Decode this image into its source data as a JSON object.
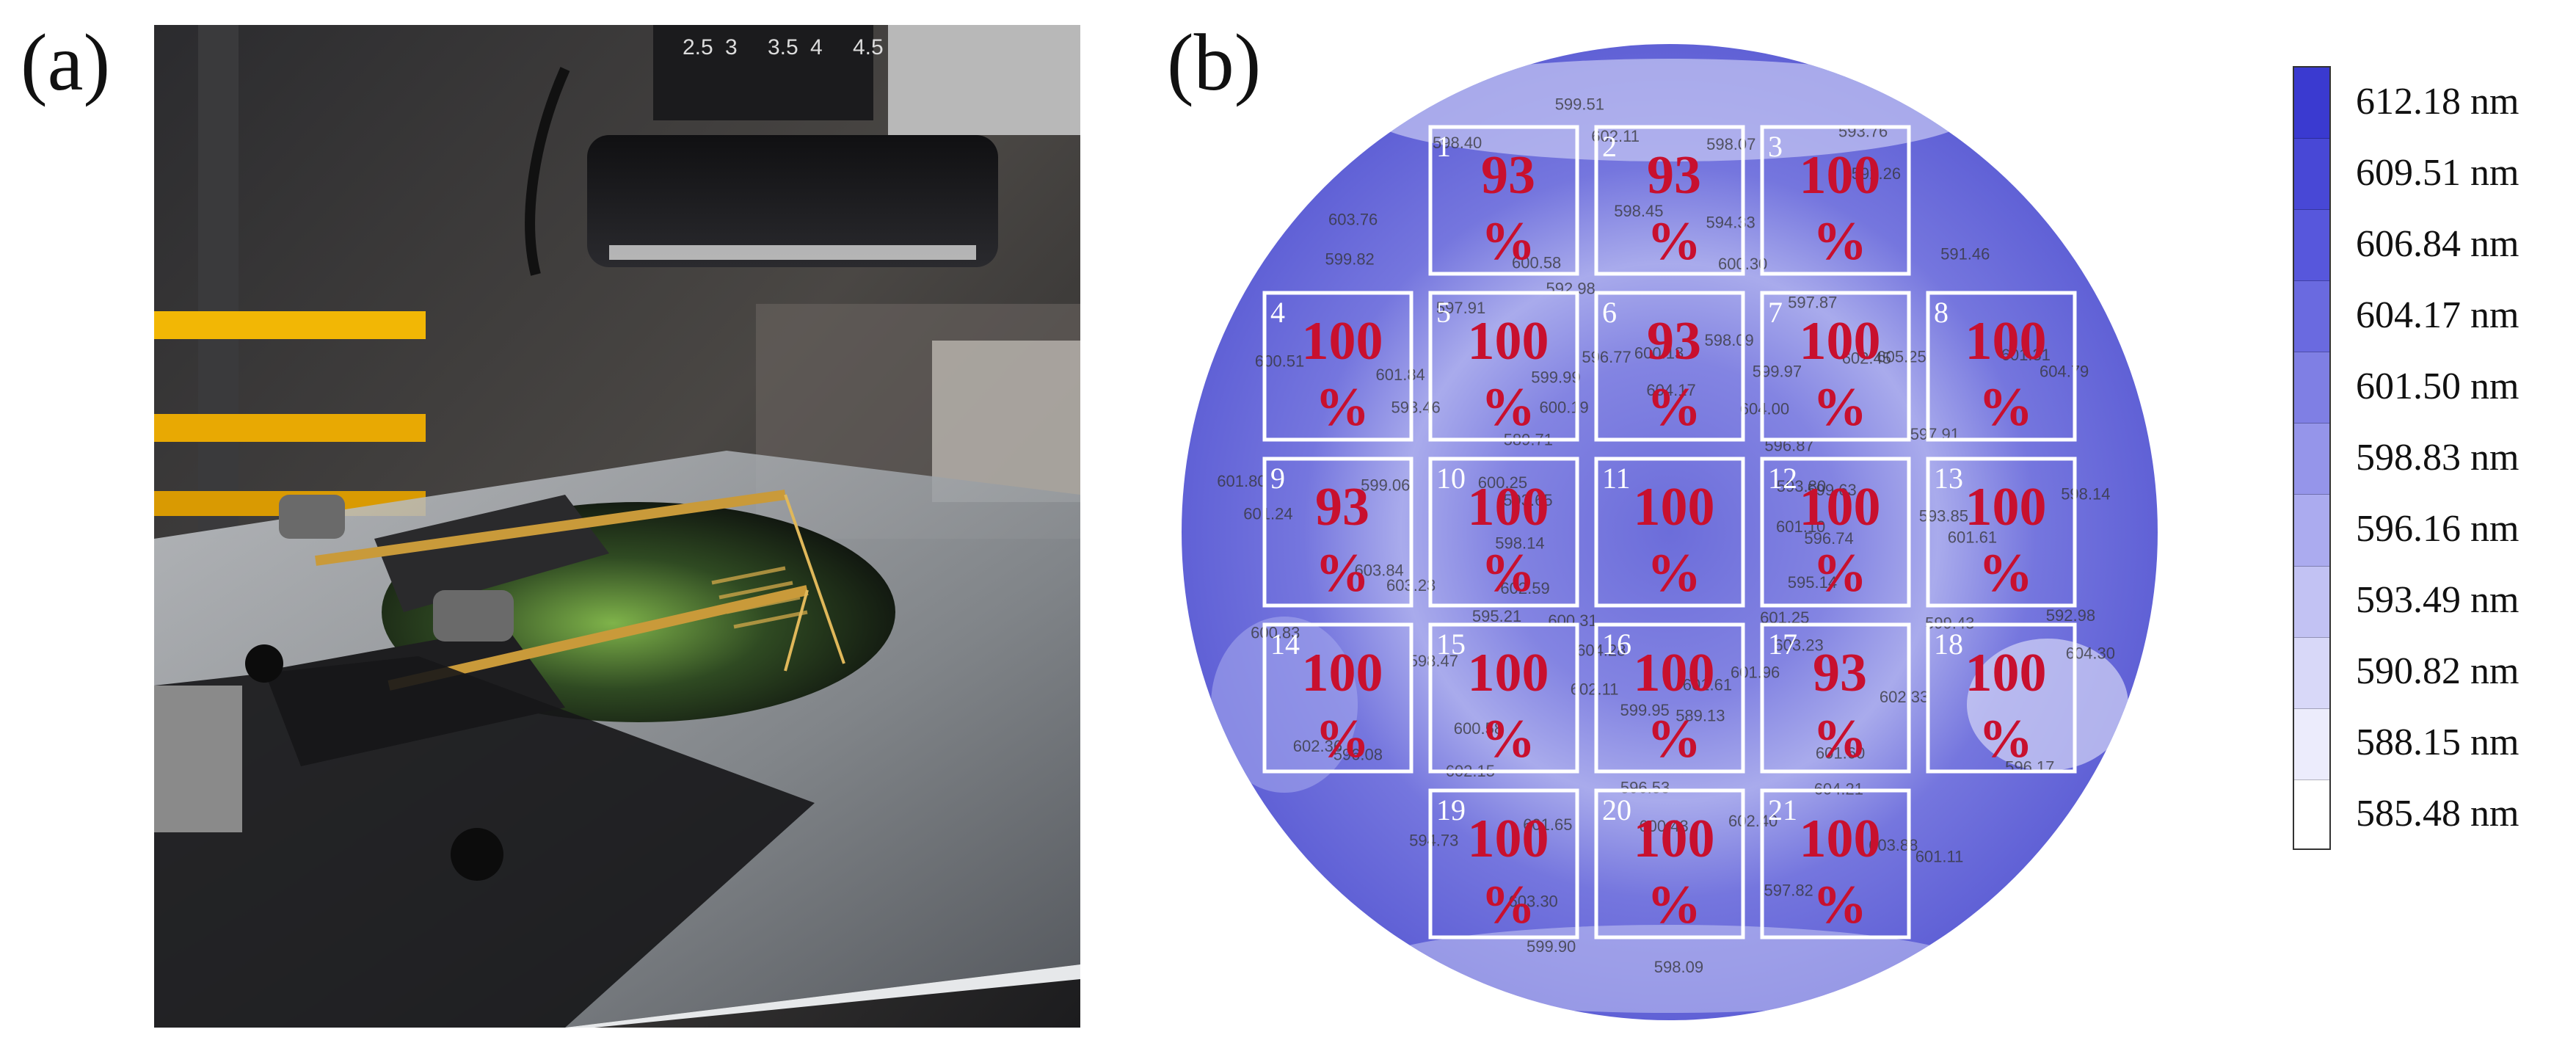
{
  "panels": {
    "a": {
      "label": "(a)"
    },
    "b": {
      "label": "(b)"
    }
  },
  "lens_scale": [
    "2.5",
    "3",
    "3.5",
    "4",
    "4.5"
  ],
  "wafer_cells": [
    {
      "num": "1",
      "pct": "93",
      "col": 1,
      "row": 0
    },
    {
      "num": "2",
      "pct": "93",
      "col": 2,
      "row": 0
    },
    {
      "num": "3",
      "pct": "100",
      "col": 3,
      "row": 0
    },
    {
      "num": "4",
      "pct": "100",
      "col": 0,
      "row": 1
    },
    {
      "num": "5",
      "pct": "100",
      "col": 1,
      "row": 1
    },
    {
      "num": "6",
      "pct": "93",
      "col": 2,
      "row": 1
    },
    {
      "num": "7",
      "pct": "100",
      "col": 3,
      "row": 1
    },
    {
      "num": "8",
      "pct": "100",
      "col": 4,
      "row": 1
    },
    {
      "num": "9",
      "pct": "93",
      "col": 0,
      "row": 2
    },
    {
      "num": "10",
      "pct": "100",
      "col": 1,
      "row": 2
    },
    {
      "num": "11",
      "pct": "100",
      "col": 2,
      "row": 2
    },
    {
      "num": "12",
      "pct": "100",
      "col": 3,
      "row": 2
    },
    {
      "num": "13",
      "pct": "100",
      "col": 4,
      "row": 2
    },
    {
      "num": "14",
      "pct": "100",
      "col": 0,
      "row": 3
    },
    {
      "num": "15",
      "pct": "100",
      "col": 1,
      "row": 3
    },
    {
      "num": "16",
      "pct": "100",
      "col": 2,
      "row": 3
    },
    {
      "num": "17",
      "pct": "93",
      "col": 3,
      "row": 3
    },
    {
      "num": "18",
      "pct": "100",
      "col": 4,
      "row": 3
    },
    {
      "num": "19",
      "pct": "100",
      "col": 1,
      "row": 4
    },
    {
      "num": "20",
      "pct": "100",
      "col": 2,
      "row": 4
    },
    {
      "num": "21",
      "pct": "100",
      "col": 3,
      "row": 4
    }
  ],
  "percent_sign": "%",
  "measurements": [
    "601.10",
    "601.60",
    "599.90",
    "601.25",
    "600.43",
    "596.08",
    "601.61",
    "602.15",
    "601.24",
    "602.11",
    "603.23",
    "599.82",
    "595.21",
    "593.46",
    "599.51",
    "593.65",
    "600.58",
    "593.76",
    "600.19",
    "594.33",
    "601.31",
    "600.13",
    "602.45",
    "592.98",
    "599.97",
    "593.85",
    "601.11",
    "593.80",
    "602.33",
    "598.09",
    "595.14",
    "602.40",
    "594.73",
    "601.96",
    "601.65",
    "600.83",
    "599.95",
    "598.47",
    "600.51",
    "600.31",
    "599.06",
    "598.40",
    "598.14",
    "597.91",
    "598.07",
    "589.71",
    "598.45",
    "591.46",
    "596.77",
    "597.87",
    "598.14",
    "598.09",
    "597.91",
    "596.17",
    "596.87",
    "599.43",
    "597.82",
    "596.74",
    "604.21",
    "603.30",
    "603.23",
    "596.53",
    "602.36",
    "589.13",
    "600.58",
    "601.80",
    "604.28",
    "603.84",
    "603.76",
    "602.59",
    "601.84",
    "602.11",
    "600.25",
    "592.98",
    "592.26",
    "599.99",
    "600.30",
    "604.79",
    "604.17",
    "605.25",
    "604.30",
    "604.00",
    "601.61",
    "603.88",
    "599.63"
  ],
  "legend": {
    "labels": [
      "612.18 nm",
      "609.51 nm",
      "606.84 nm",
      "604.17 nm",
      "601.50 nm",
      "598.83 nm",
      "596.16 nm",
      "593.49 nm",
      "590.82 nm",
      "588.15 nm",
      "585.48 nm"
    ],
    "colors": [
      "#3a3ad0",
      "#4848d6",
      "#5757dc",
      "#6a6ae0",
      "#7f7fe4",
      "#9595ea",
      "#ababef",
      "#c2c2f3",
      "#d8d8f8",
      "#ececfc",
      "#ffffff"
    ]
  },
  "colors": {
    "wafer_base": "#6f70dc",
    "wafer_light": "#b9bcf0",
    "cell_border": "#ffffff",
    "percent_text": "#c8102e"
  }
}
